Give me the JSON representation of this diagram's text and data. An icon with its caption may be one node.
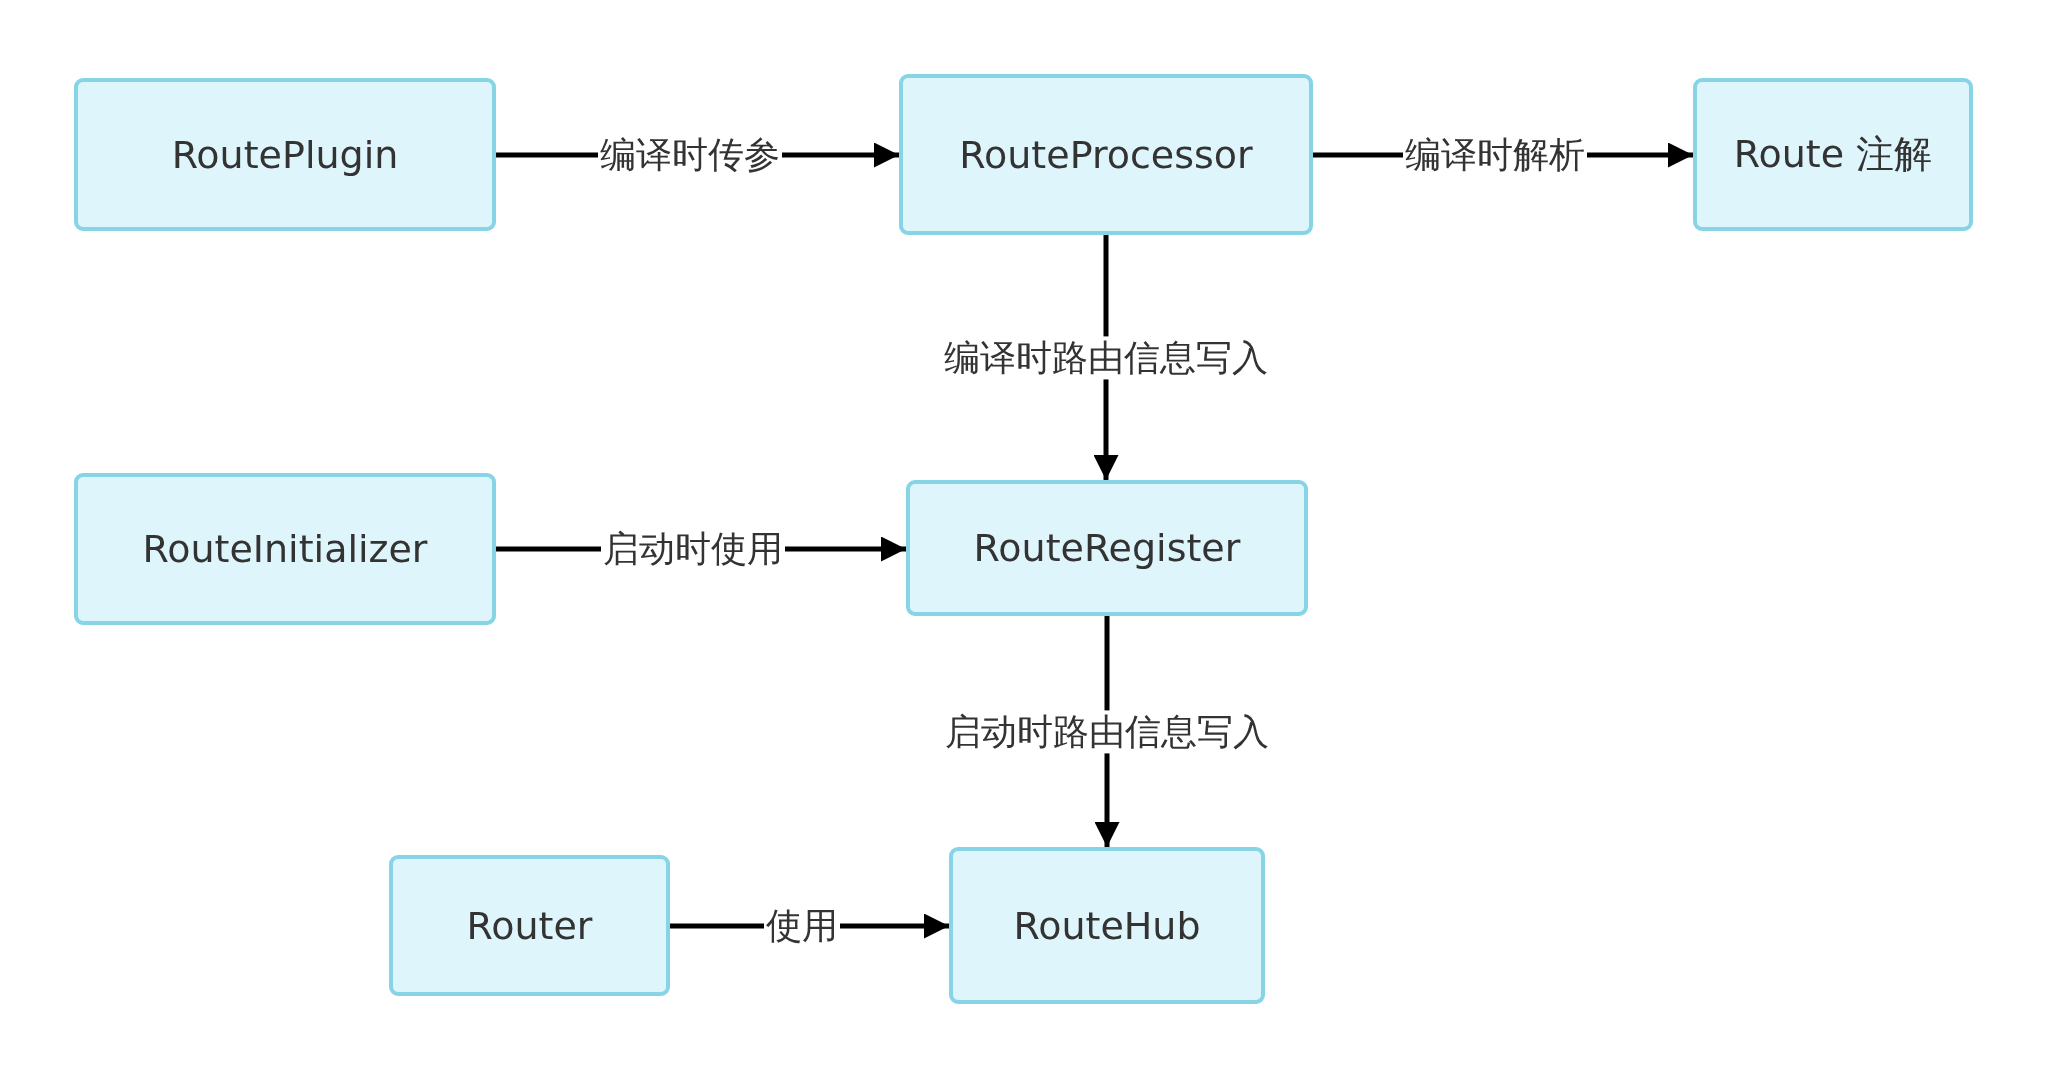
{
  "diagram": {
    "nodes": [
      {
        "text": [
          "RoutePlugin"
        ]
      },
      {
        "text": [
          "RouteProcessor"
        ]
      },
      {
        "text": [
          "Route 注解"
        ]
      },
      {
        "text": [
          "RouteInitializer"
        ]
      },
      {
        "text": [
          "RouteRegister"
        ]
      },
      {
        "text": [
          "Router"
        ]
      },
      {
        "text": [
          "RouteHub"
        ]
      }
    ],
    "edges": [
      {
        "from": 0,
        "to": 1,
        "arrow": "to",
        "label": "编译时传参"
      },
      {
        "from": 1,
        "to": 2,
        "arrow": "to",
        "label": "编译时解析"
      },
      {
        "from": 1,
        "to": 4,
        "arrow": "to",
        "label": "编译时路由信息写入"
      },
      {
        "from": 3,
        "to": 4,
        "arrow": "to",
        "label": "启动时使用"
      },
      {
        "from": 4,
        "to": 6,
        "arrow": "to",
        "label": "启动时路由信息写入"
      },
      {
        "from": 5,
        "to": 6,
        "arrow": "to",
        "label": "使用"
      }
    ]
  }
}
